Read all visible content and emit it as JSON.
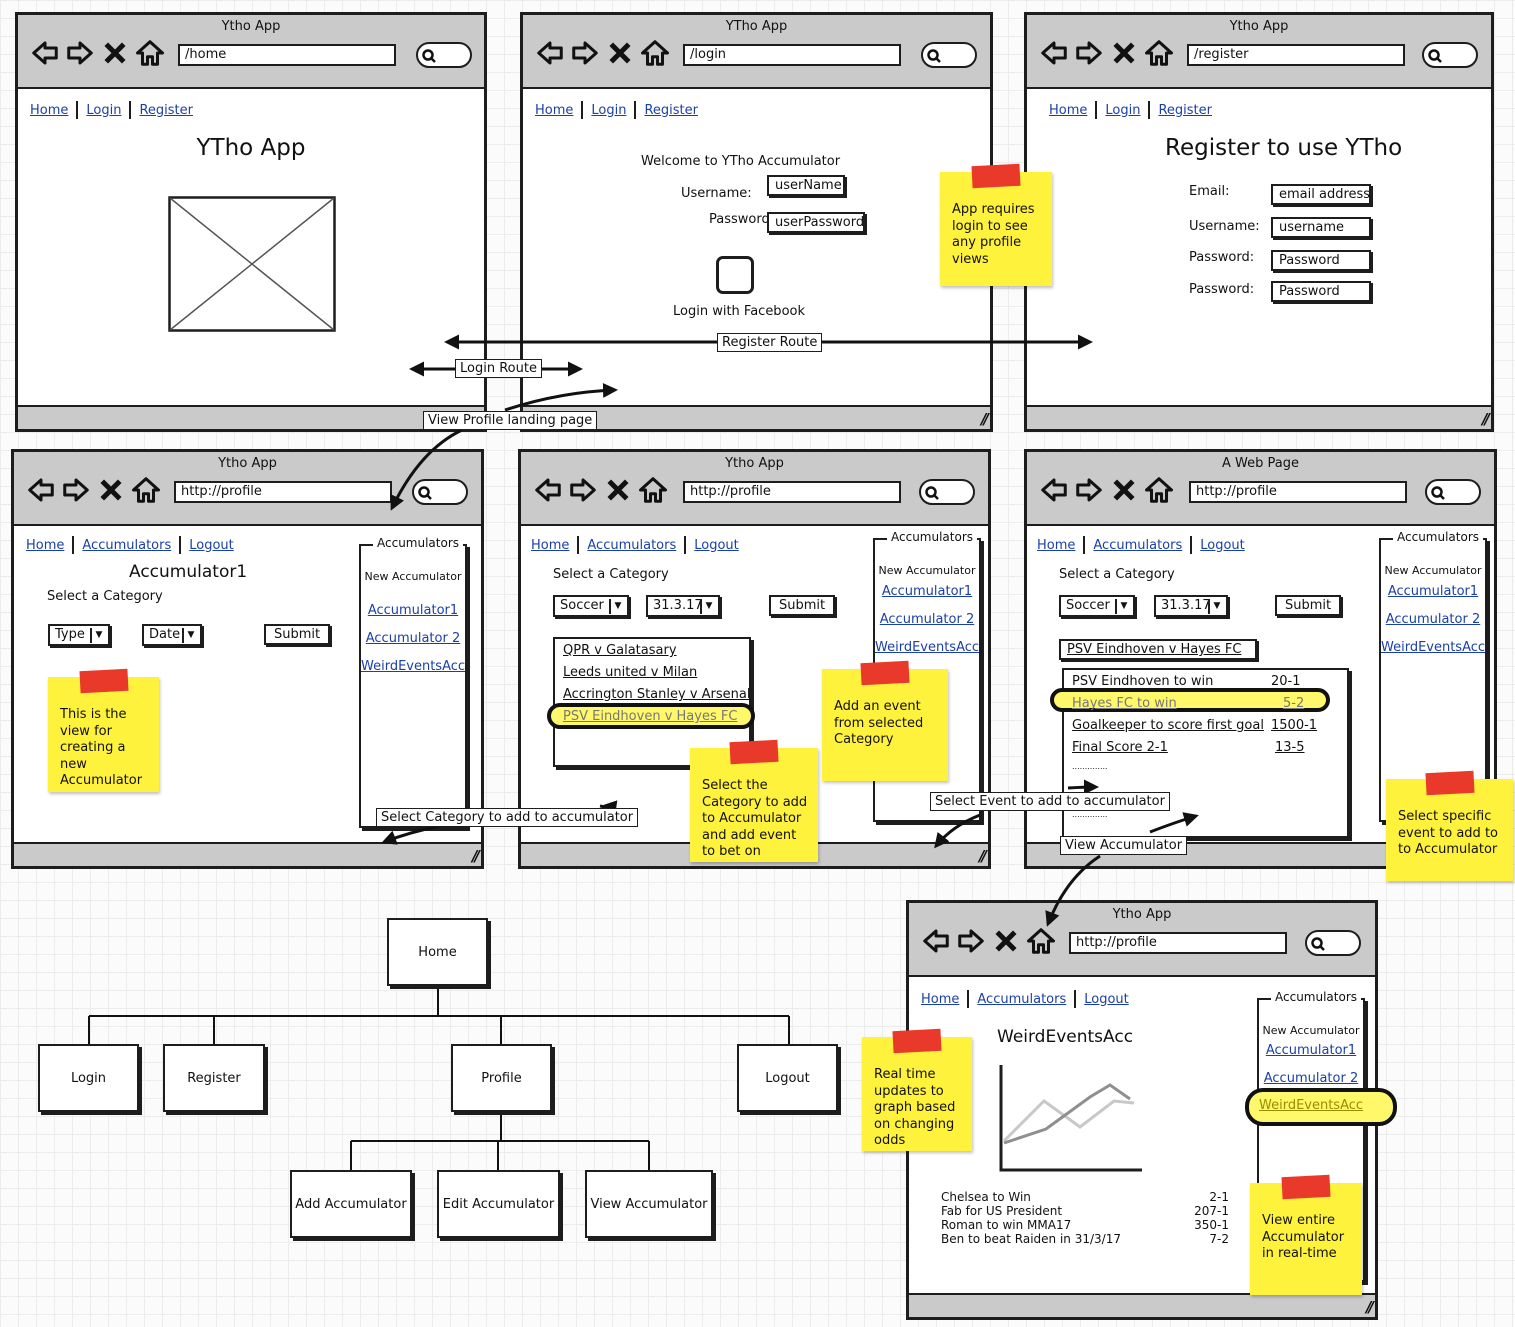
{
  "windows": {
    "home": {
      "title": "Ytho App",
      "url": "/home",
      "nav": [
        "Home",
        "Login",
        "Register"
      ],
      "heading": "YTho App"
    },
    "login": {
      "title": "YTho App",
      "url": "/login",
      "nav": [
        "Home",
        "Login",
        "Register"
      ],
      "welcome": "Welcome to YTho Accumulator",
      "username_label": "Username:",
      "password_label": "Password:",
      "username_value": "userName",
      "password_value": "userPassword",
      "facebook_label": "Login with Facebook"
    },
    "register": {
      "title": "Ytho App",
      "url": "/register",
      "nav": [
        "Home",
        "Login",
        "Register"
      ],
      "heading": "Register to use YTho",
      "email_label": "Email:",
      "username_label": "Username:",
      "password_label": "Password:",
      "password2_label": "Password:",
      "email_value": "email address",
      "username_value": "username",
      "password_value": "Password",
      "password2_value": "Password"
    },
    "profile1": {
      "title": "Ytho App",
      "url": "http://profile",
      "nav": [
        "Home",
        "Accumulators",
        "Logout"
      ],
      "heading": "Accumulator1",
      "select_label": "Select a Category",
      "type_select": "Type",
      "date_select": "Date",
      "submit": "Submit"
    },
    "profile2": {
      "title": "Ytho App",
      "url": "http://profile",
      "nav": [
        "Home",
        "Accumulators",
        "Logout"
      ],
      "select_label": "Select a Category",
      "category": "Soccer",
      "date": "31.3.17",
      "submit": "Submit",
      "events": [
        "QPR v Galatasary",
        "Leeds united v Milan",
        "Accrington Stanley v Arsenal",
        "PSV Eindhoven v Hayes FC"
      ]
    },
    "profile3": {
      "title": "A Web Page",
      "url": "http://profile",
      "nav": [
        "Home",
        "Accumulators",
        "Logout"
      ],
      "select_label": "Select a Category",
      "category": "Soccer",
      "date": "31.3.17",
      "submit": "Submit",
      "selected_event": "PSV Eindhoven v Hayes FC",
      "bets": [
        {
          "name": "PSV Eindhoven to win",
          "odds": "20-1"
        },
        {
          "name": "Hayes FC to win",
          "odds": "5-2"
        },
        {
          "name": "Goalkeeper to score first goal",
          "odds": "1500-1"
        },
        {
          "name": "Final Score 2-1",
          "odds": "13-5"
        }
      ],
      "more1": "..............",
      "more2": ".............."
    },
    "profile4": {
      "title": "Ytho App",
      "url": "http://profile",
      "nav": [
        "Home",
        "Accumulators",
        "Logout"
      ],
      "heading": "WeirdEventsAcc",
      "bets": [
        {
          "name": "Chelsea to Win",
          "odds": "2-1"
        },
        {
          "name": "Fab for US President",
          "odds": "207-1"
        },
        {
          "name": "Roman to win MMA17",
          "odds": "350-1"
        },
        {
          "name": "Ben to beat Raiden in 31/3/17",
          "odds": "7-2"
        }
      ]
    }
  },
  "accumulators_panel": {
    "header": "Accumulators",
    "new": "New Accumulator",
    "items": [
      "Accumulator1",
      "Accumulator 2",
      "WeirdEventsAcc"
    ]
  },
  "stickies": {
    "login_required": "App requires login to see any profile views",
    "new_accumulator": "This is the view for creating a new Accumulator",
    "select_category": "Select the Category to add to Accumulator and add event to bet on",
    "add_event": "Add an event from selected Category",
    "select_specific": "Select specific event to add to to Accumulator",
    "realtime": "Real time updates to graph based on changing odds",
    "view_entire": "View entire Accumulator in real-time"
  },
  "routes": {
    "register": "Register Route",
    "login": "Login Route",
    "view_profile": "View Profile landing page",
    "select_category": "Select Category to add to accumulator",
    "select_event": "Select Event to add to accumulator",
    "view_accumulator": "View Accumulator"
  },
  "sitemap": {
    "root": "Home",
    "level1": [
      "Login",
      "Register",
      "Profile",
      "Logout"
    ],
    "level2": [
      "Add Accumulator",
      "Edit Accumulator",
      "View Accumulator"
    ]
  },
  "colors": {
    "sticky": "#fff23d",
    "tape": "#e8392a",
    "link": "#1b3fa8",
    "chrome": "#cacaca",
    "highlight": "#fff86a"
  }
}
